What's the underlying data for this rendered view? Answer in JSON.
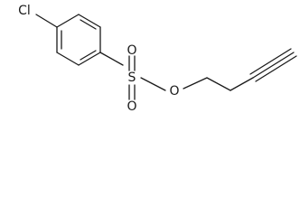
{
  "molecule": {
    "atoms": {
      "chlorine": "Cl",
      "sulfur": "S",
      "oxygen_top": "O",
      "oxygen_bottom": "O",
      "oxygen_ester": "O"
    }
  }
}
